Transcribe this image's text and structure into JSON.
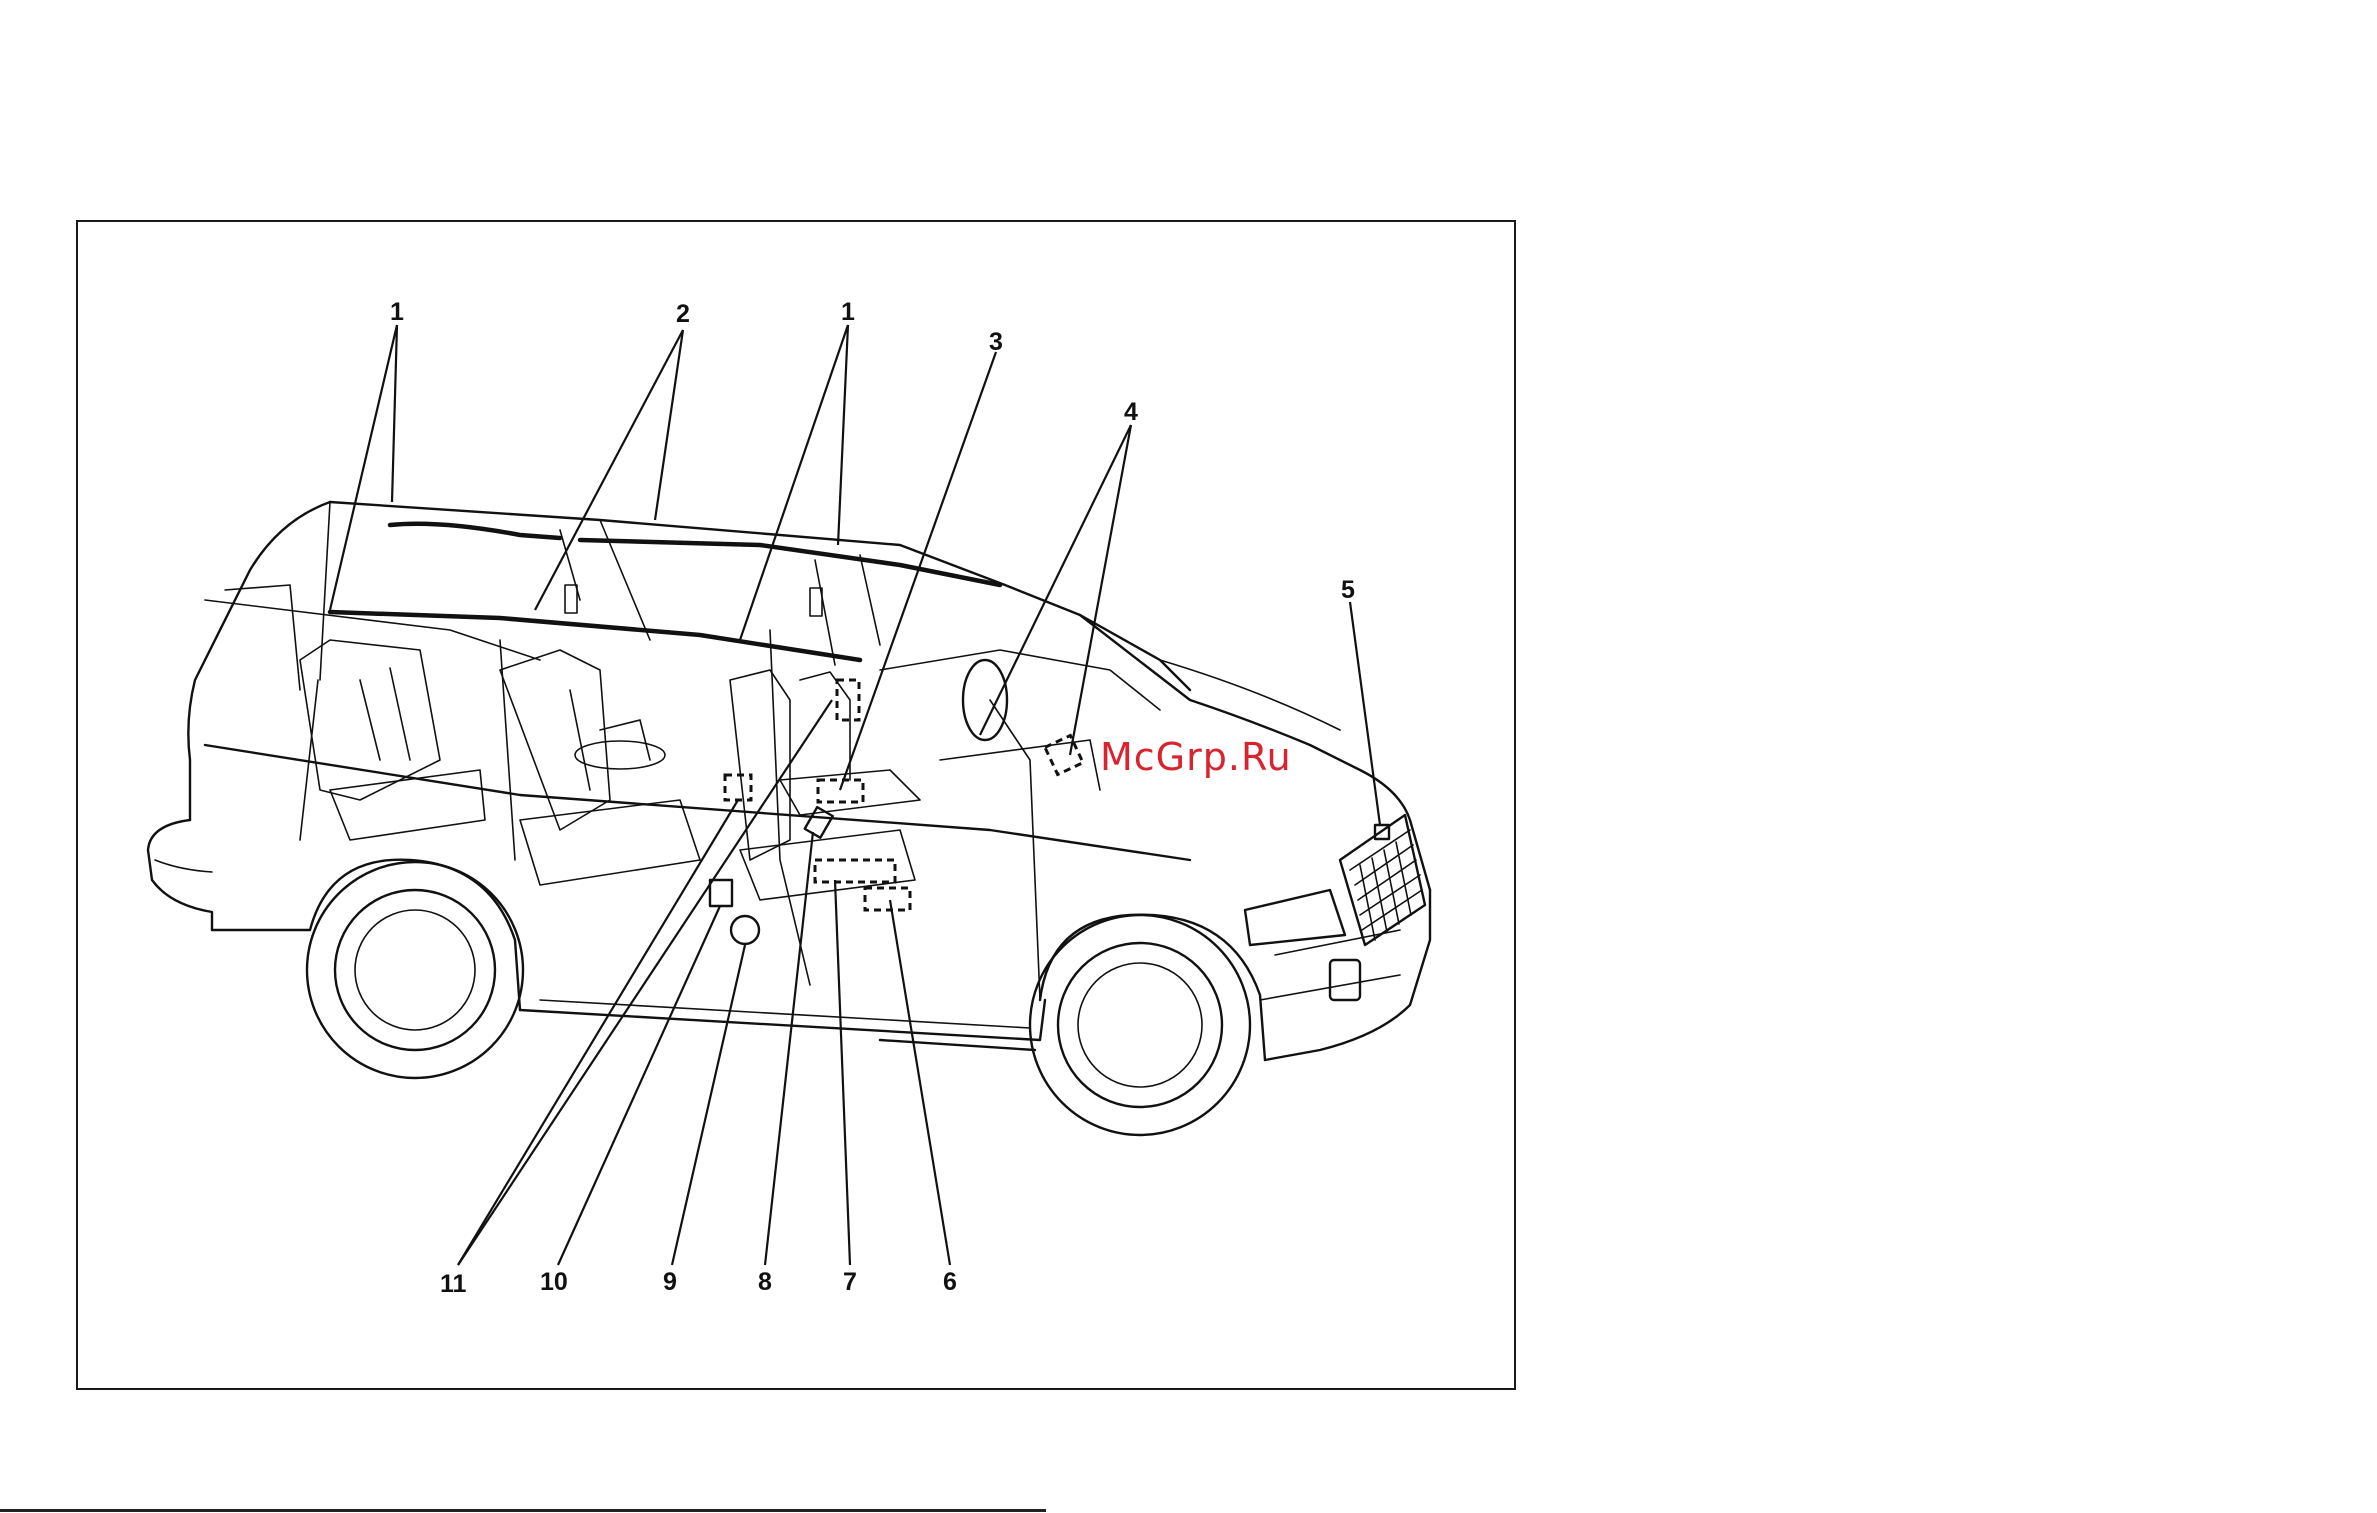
{
  "figure": {
    "callouts": [
      "1",
      "2",
      "1",
      "3",
      "4",
      "5",
      "6",
      "7",
      "8",
      "9",
      "10",
      "11"
    ]
  },
  "watermark": {
    "text": "McGrp.Ru",
    "color": "#d9232e"
  },
  "colors": {
    "line": "#111111",
    "background": "#ffffff"
  }
}
